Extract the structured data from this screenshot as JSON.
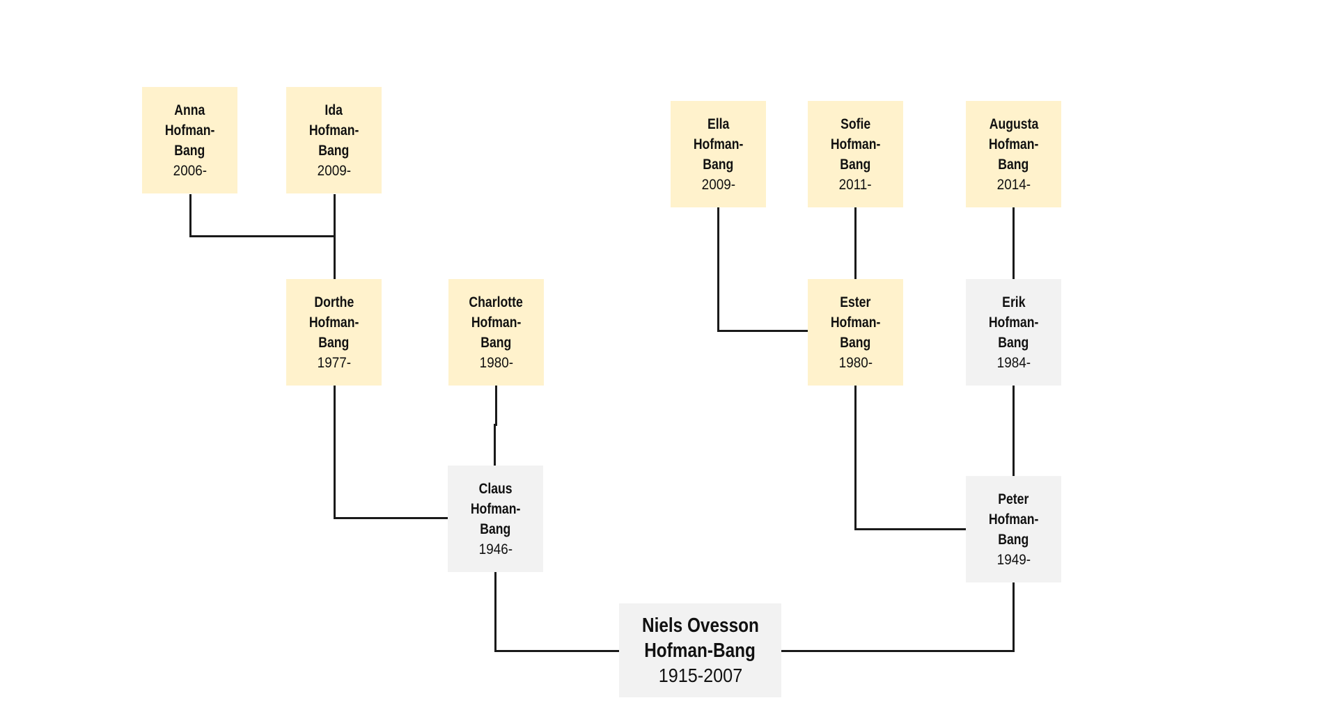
{
  "colors": {
    "descendant_fill": "#fff2cc",
    "ancestor_fill": "#f2f2f2",
    "line": "#1a1a1a"
  },
  "people": {
    "niels": {
      "name_line1": "Niels Ovesson",
      "name_line2": "Hofman-Bang",
      "years": "1915-2007"
    },
    "claus": {
      "first": "Claus",
      "surname_a": "Hofman-",
      "surname_b": "Bang",
      "years": "1946-"
    },
    "peter": {
      "first": "Peter",
      "surname_a": "Hofman-",
      "surname_b": "Bang",
      "years": "1949-"
    },
    "dorthe": {
      "first": "Dorthe",
      "surname_a": "Hofman-",
      "surname_b": "Bang",
      "years": "1977-"
    },
    "charlotte": {
      "first": "Charlotte",
      "surname_a": "Hofman-",
      "surname_b": "Bang",
      "years": "1980-"
    },
    "ester": {
      "first": "Ester",
      "surname_a": "Hofman-",
      "surname_b": "Bang",
      "years": "1980-"
    },
    "erik": {
      "first": "Erik",
      "surname_a": "Hofman-",
      "surname_b": "Bang",
      "years": "1984-"
    },
    "anna": {
      "first": "Anna",
      "surname_a": "Hofman-",
      "surname_b": "Bang",
      "years": "2006-"
    },
    "ida": {
      "first": "Ida",
      "surname_a": "Hofman-",
      "surname_b": "Bang",
      "years": "2009-"
    },
    "ella": {
      "first": "Ella",
      "surname_a": "Hofman-",
      "surname_b": "Bang",
      "years": "2009-"
    },
    "sofie": {
      "first": "Sofie",
      "surname_a": "Hofman-",
      "surname_b": "Bang",
      "years": "2011-"
    },
    "augusta": {
      "first": "Augusta",
      "surname_a": "Hofman-",
      "surname_b": "Bang",
      "years": "2014-"
    }
  }
}
